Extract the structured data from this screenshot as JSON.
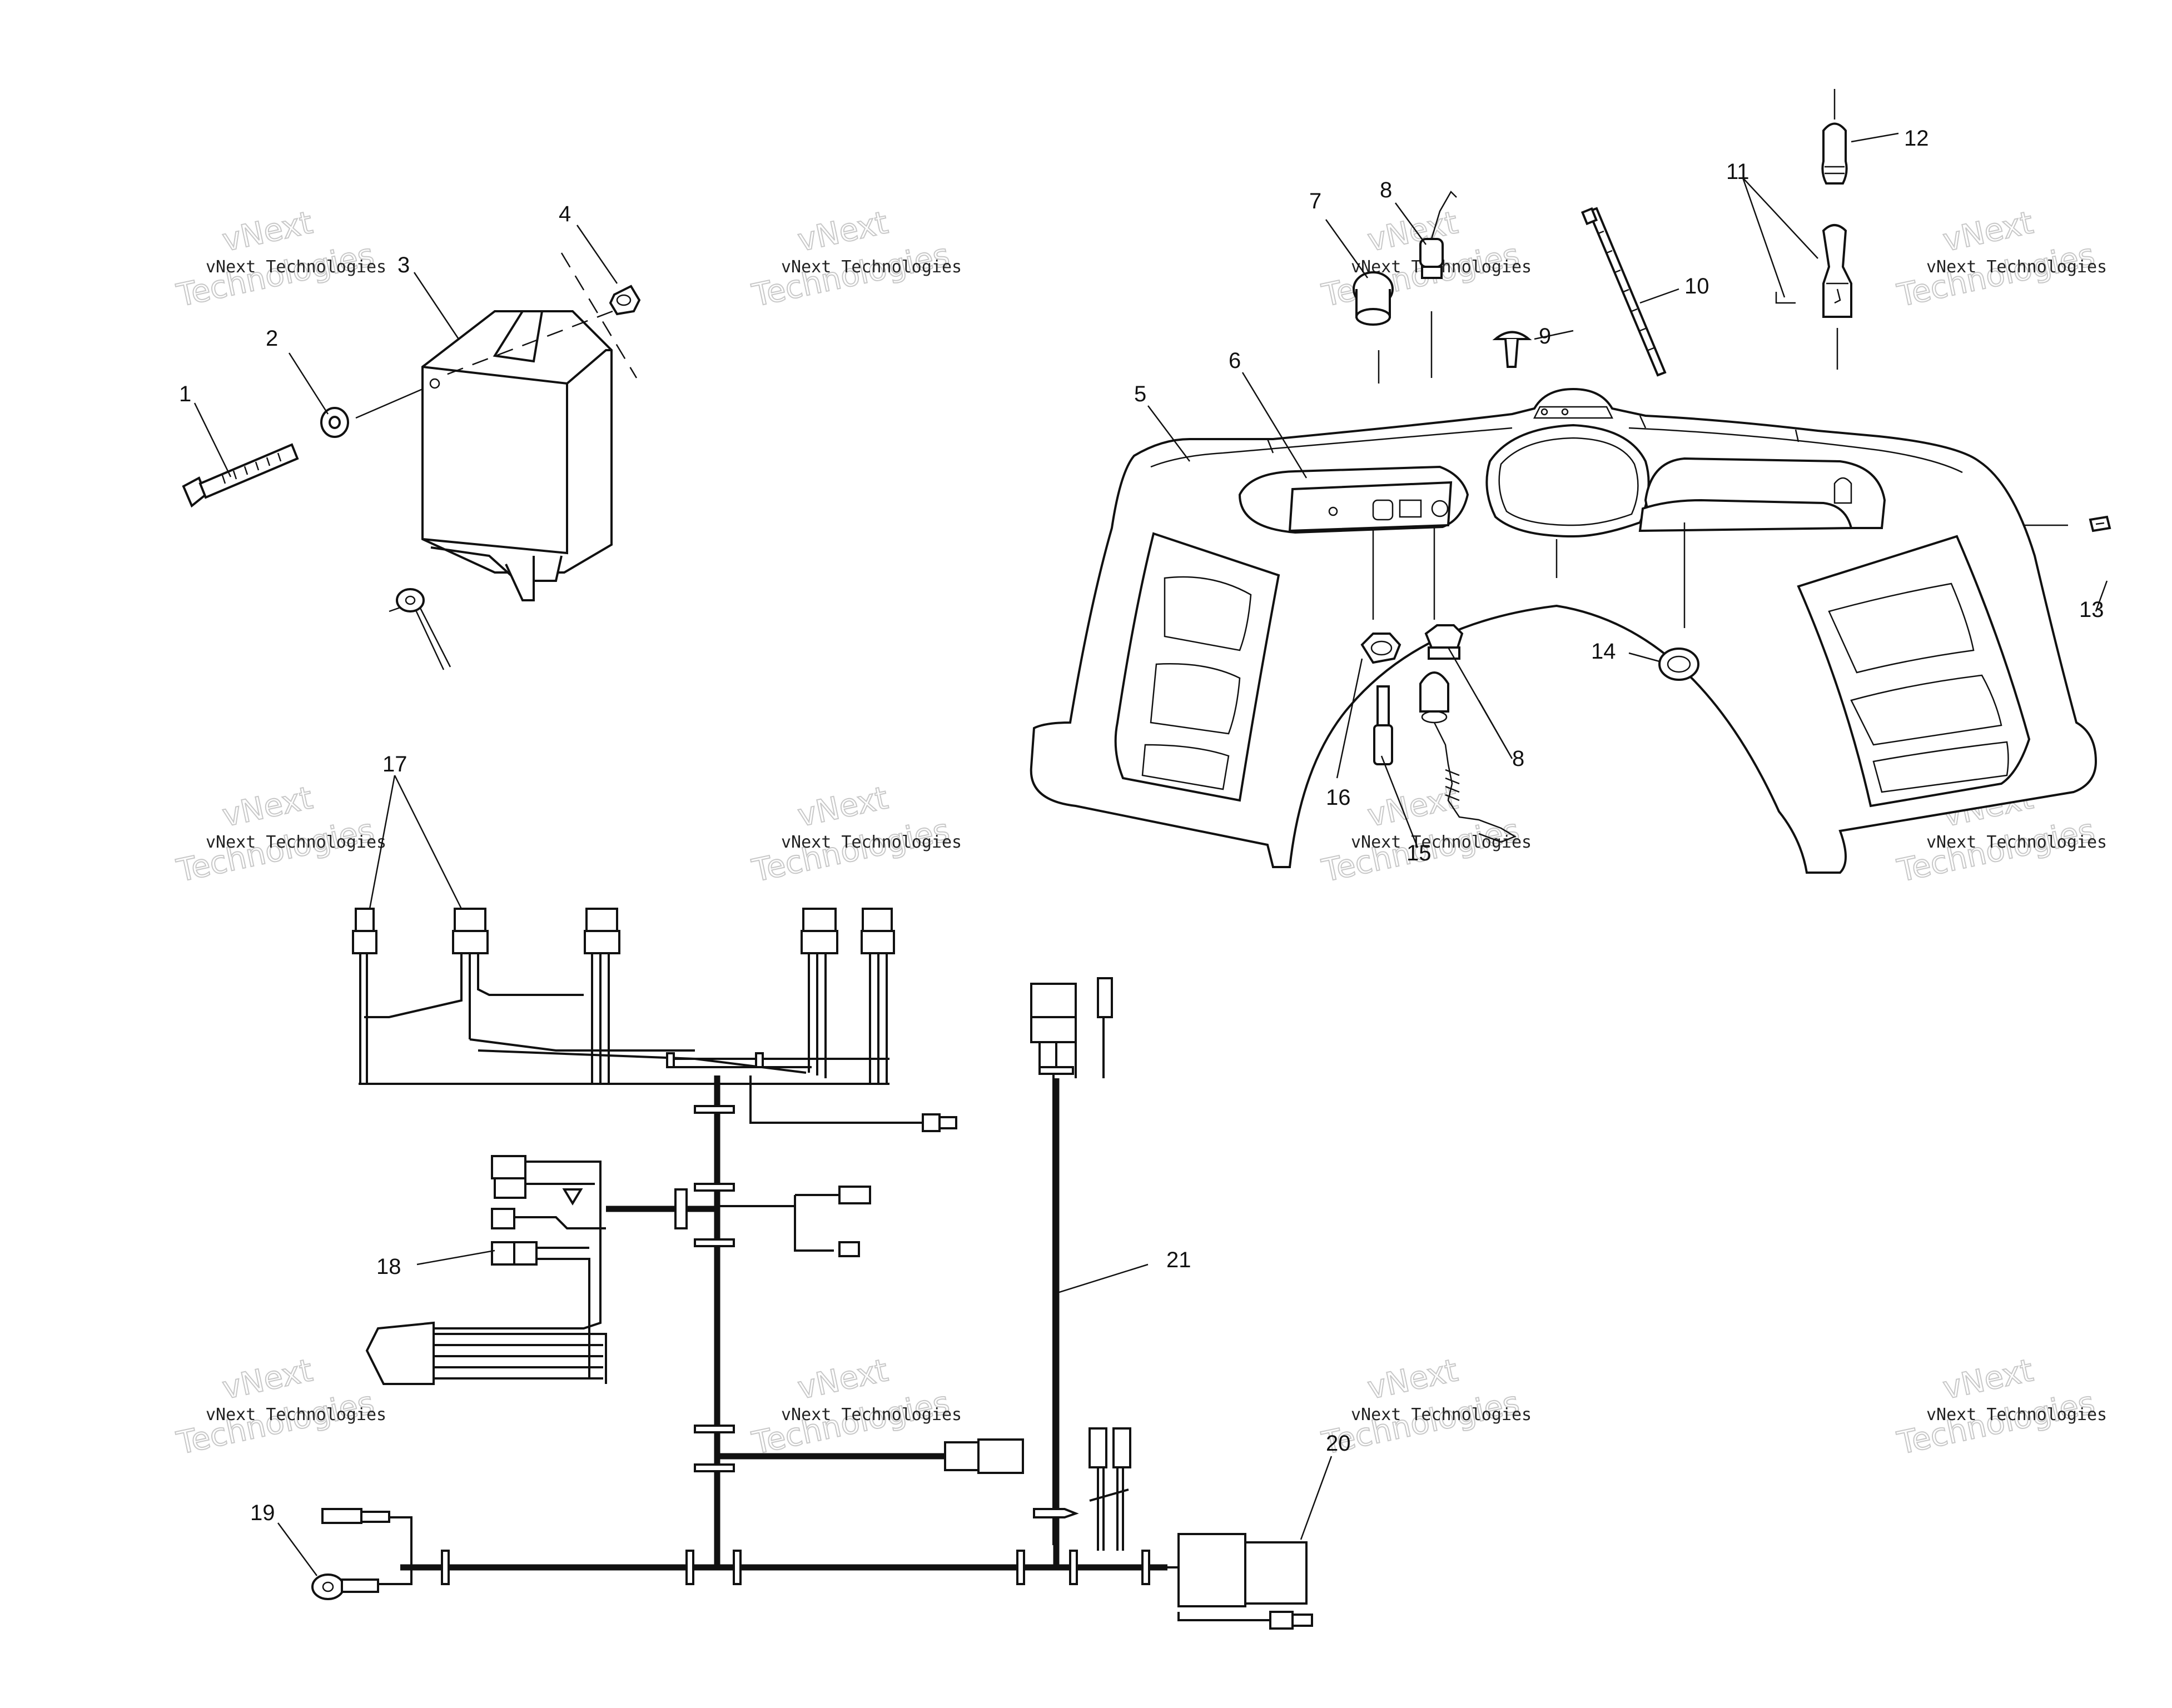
{
  "callouts": {
    "c1": "1",
    "c2": "2",
    "c3": "3",
    "c4": "4",
    "c5": "5",
    "c6": "6",
    "c7": "7",
    "c8a": "8",
    "c8b": "8",
    "c9": "9",
    "c10": "10",
    "c11": "11",
    "c12": "12",
    "c13": "13",
    "c14": "14",
    "c15": "15",
    "c16": "16",
    "c17": "17",
    "c18": "18",
    "c19": "19",
    "c20": "20",
    "c21": "21"
  },
  "watermark": {
    "small": "vNext Technologies",
    "big_line1": "vNext",
    "big_line2": "Technologies"
  }
}
